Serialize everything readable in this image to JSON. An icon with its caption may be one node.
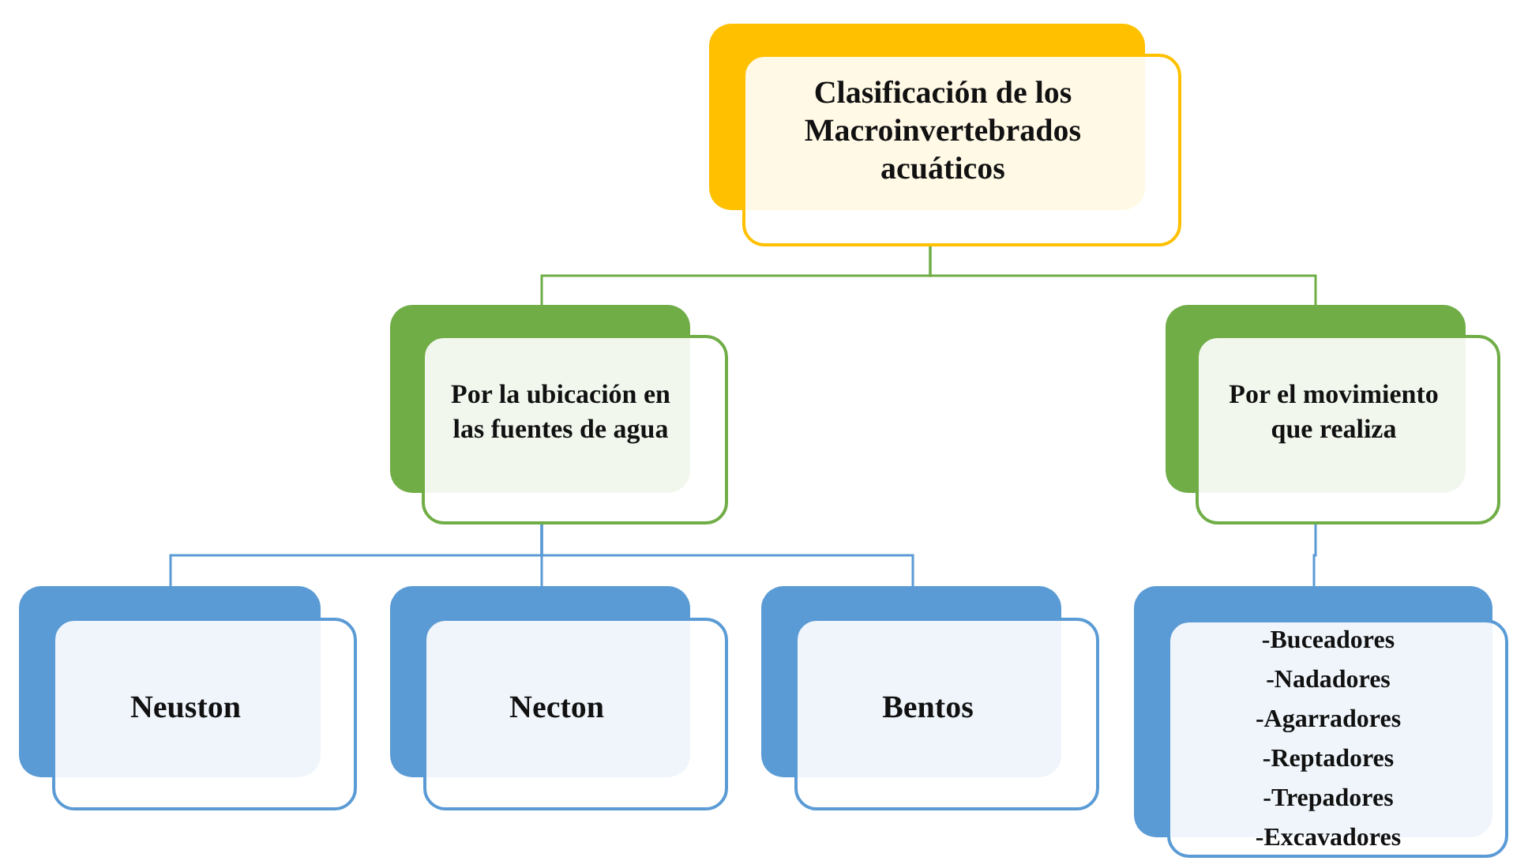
{
  "diagram": {
    "nodes": [
      {
        "text": [
          "Clasificación de los Macroinvertebrados acuáticos"
        ]
      },
      {
        "text": [
          "Por la ubicación en las fuentes de agua"
        ]
      },
      {
        "text": [
          "Por el movimiento que realiza"
        ]
      },
      {
        "text": [
          "Neuston"
        ]
      },
      {
        "text": [
          "Necton"
        ]
      },
      {
        "text": [
          "Bentos"
        ]
      },
      {
        "text": [
          "-Buceadores",
          "-Nadadores",
          "-Agarradores",
          "-Reptadores",
          "-Trepadores",
          "-Excavadores"
        ]
      }
    ],
    "edges": [
      {
        "from": 0,
        "to": 1,
        "arrow": "none",
        "color": "#70ad47"
      },
      {
        "from": 0,
        "to": 2,
        "arrow": "none",
        "color": "#70ad47"
      },
      {
        "from": 1,
        "to": 3,
        "arrow": "none"
      },
      {
        "from": 1,
        "to": 4,
        "arrow": "none"
      },
      {
        "from": 1,
        "to": 5,
        "arrow": "none"
      },
      {
        "from": 2,
        "to": 6,
        "arrow": "none"
      }
    ]
  }
}
